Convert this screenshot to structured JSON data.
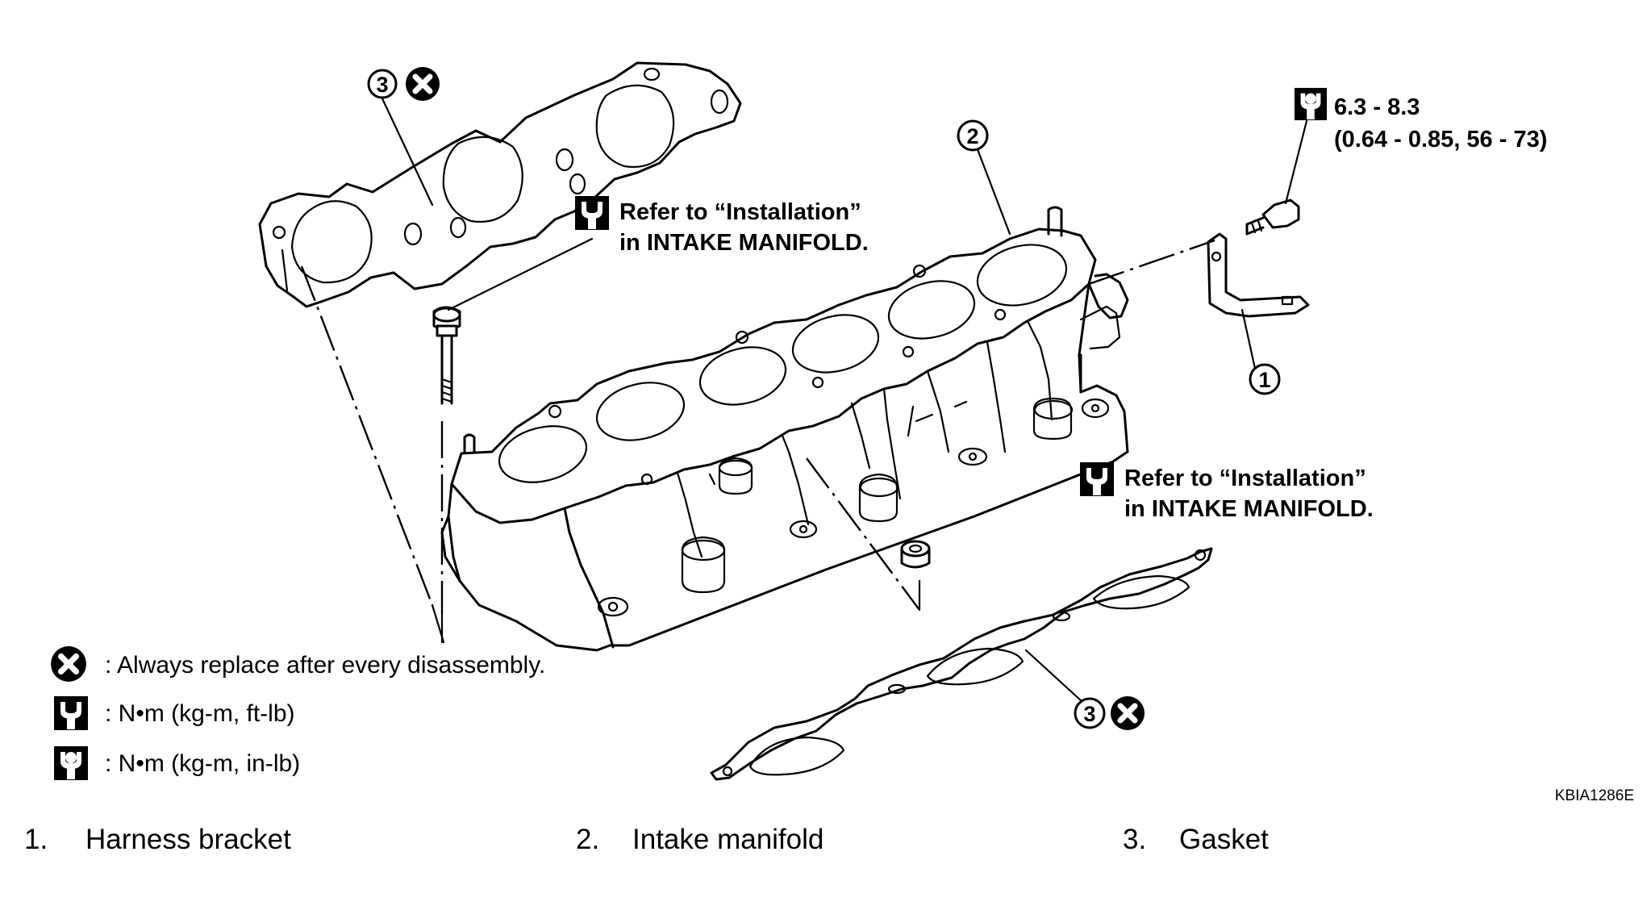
{
  "figure_code": "KBIA1286E",
  "callouts": {
    "c1": "1",
    "c2": "2",
    "c3": "3"
  },
  "torque_spec": {
    "line1": "6.3 - 8.3",
    "line2": "(0.64 - 0.85, 56 - 73)"
  },
  "notes": {
    "upper": {
      "line1": "Refer to “Installation”",
      "line2": "in INTAKE MANIFOLD."
    },
    "lower": {
      "line1": "Refer to “Installation”",
      "line2": "in INTAKE MANIFOLD."
    }
  },
  "legend": {
    "replace": ": Always replace after every disassembly.",
    "torque_ftlb": ":  N•m  (kg-m,  ft-lb)",
    "torque_inlb": ":  N•m  (kg-m,  in-lb)"
  },
  "parts": [
    {
      "num": "1.",
      "name": "Harness bracket"
    },
    {
      "num": "2.",
      "name": "Intake manifold"
    },
    {
      "num": "3.",
      "name": "Gasket"
    }
  ],
  "icons": {
    "replace": "x-circle-icon",
    "torque_ftlb": "torque-wrench-icon",
    "torque_inlb": "torque-wrench-filled-icon"
  }
}
